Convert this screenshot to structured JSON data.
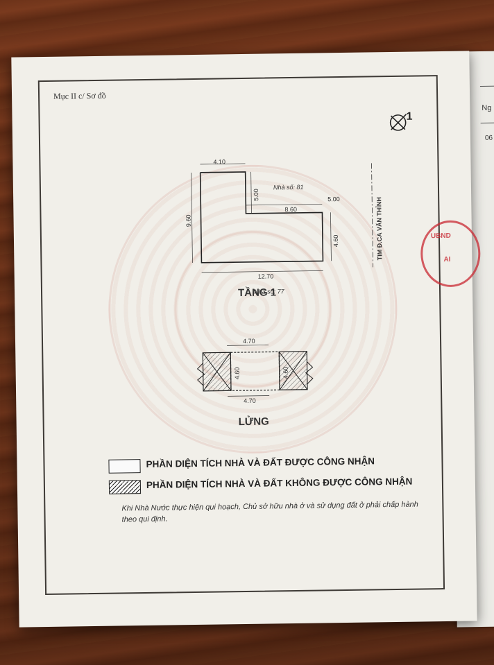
{
  "header": {
    "section_label": "Mục II c/ Sơ đồ"
  },
  "compass": {
    "icon": "north-arrow-icon",
    "number": "1"
  },
  "floor1": {
    "title": "TẦNG 1",
    "dim_top": "4.10",
    "dim_inner_v": "5.00",
    "dim_inner_h": "8.60",
    "dim_right_top": "5.00",
    "dim_left": "9.60",
    "dim_right": "4.60",
    "dim_bottom": "12.70",
    "house_top": "Nhà số: 81",
    "house_bottom": "Nhà số: 77",
    "street": "TIM Đ.CA VĂN THỈNH"
  },
  "mezzanine": {
    "title": "LỬNG",
    "dim_top": "4.70",
    "dim_bottom": "4.70",
    "dim_left": "4.60",
    "dim_right": "4.60"
  },
  "legend": {
    "recognized": "PHẦN DIỆN TÍCH  NHÀ VÀ ĐẤT ĐƯỢC CÔNG NHẬN",
    "not_recognized": "PHẦN DIỆN TÍCH  NHÀ VÀ ĐẤT KHÔNG ĐƯỢC CÔNG NHẬN"
  },
  "note": "Khi Nhà Nước thực hiện qui hoạch, Chủ sở hữu nhà ở và sử dụng đất ở phải chấp hành theo qui định.",
  "right_page": {
    "col_header": "Ng",
    "row_value": "06"
  },
  "colors": {
    "paper": "#f1efe9",
    "stamp": "#c82832",
    "ink": "#333333",
    "wood": "#6b3219"
  }
}
